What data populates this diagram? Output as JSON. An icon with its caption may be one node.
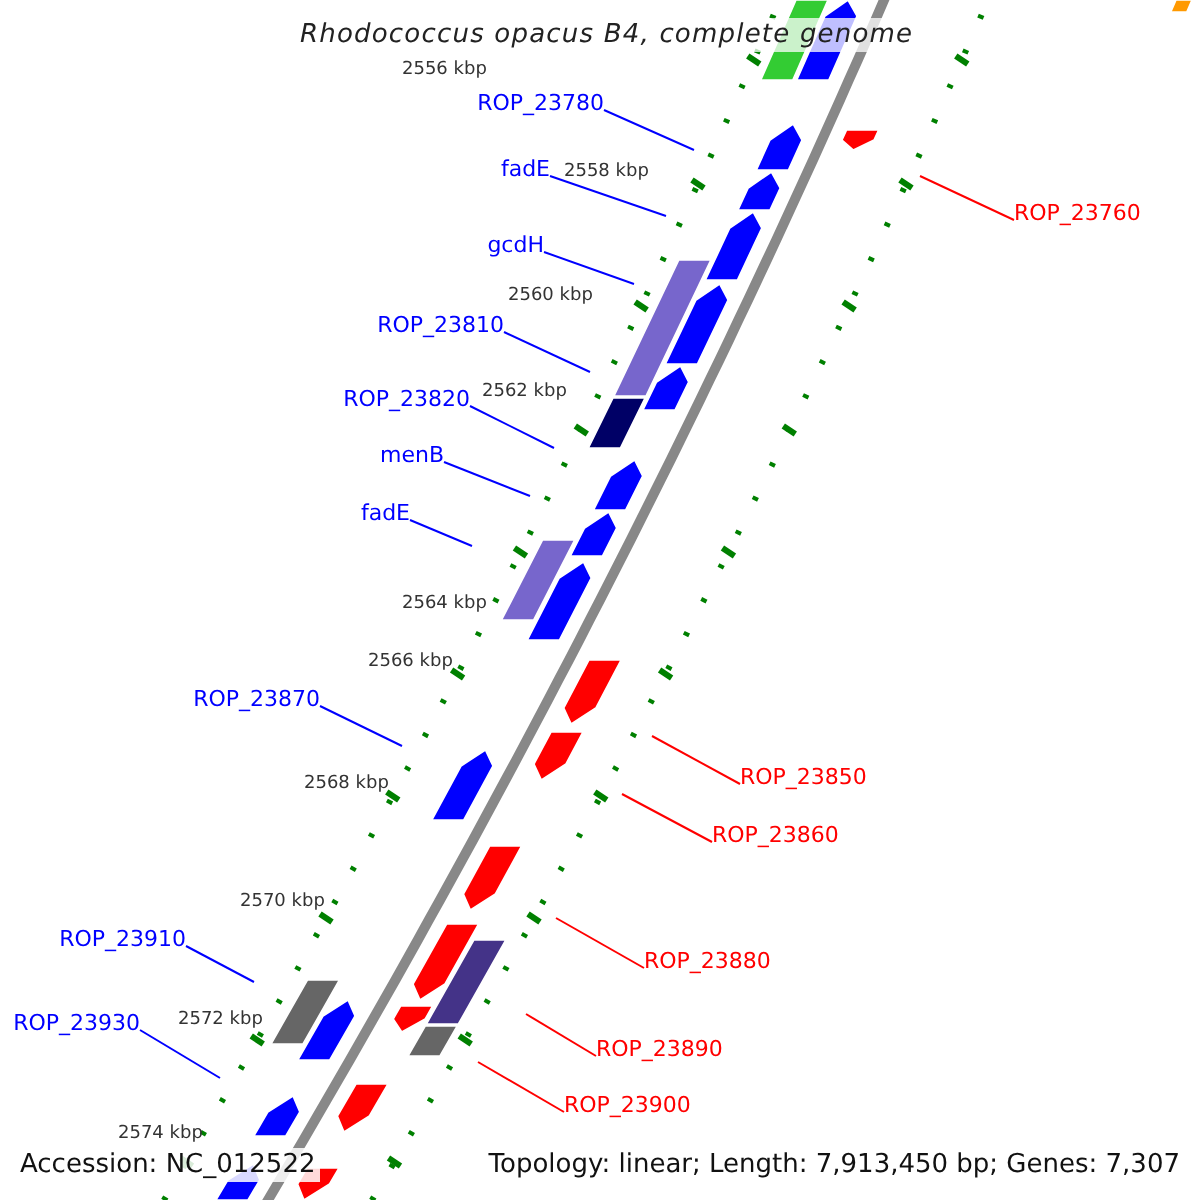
{
  "diagram": {
    "title": "Rhodococcus opacus B4, complete genome",
    "nodes": [
      {
        "text": [
          "ROP_23780"
        ]
      },
      {
        "text": [
          "fadE"
        ]
      },
      {
        "text": [
          "ROP_23760"
        ]
      },
      {
        "text": [
          "gcdH"
        ]
      },
      {
        "text": [
          "ROP_23810"
        ]
      },
      {
        "text": [
          "ROP_23820"
        ]
      },
      {
        "text": [
          "menB"
        ]
      },
      {
        "text": [
          "fadE"
        ]
      },
      {
        "text": [
          "ROP_23870"
        ]
      },
      {
        "text": [
          "ROP_23850"
        ]
      },
      {
        "text": [
          "ROP_23860"
        ]
      },
      {
        "text": [
          "ROP_23910"
        ]
      },
      {
        "text": [
          "ROP_23880"
        ]
      },
      {
        "text": [
          "ROP_23930"
        ]
      },
      {
        "text": [
          "ROP_23890"
        ]
      },
      {
        "text": [
          "ROP_23900"
        ]
      }
    ],
    "edges": [
      {
        "from": 0,
        "to": null,
        "arrow": "none"
      },
      {
        "from": 1,
        "to": null,
        "arrow": "none"
      },
      {
        "from": 2,
        "to": null,
        "arrow": "none",
        "color": "#ff0000"
      },
      {
        "from": 3,
        "to": null,
        "arrow": "none"
      },
      {
        "from": 4,
        "to": null,
        "arrow": "none"
      },
      {
        "from": 5,
        "to": null,
        "arrow": "none"
      },
      {
        "from": 6,
        "to": null,
        "arrow": "none"
      },
      {
        "from": 7,
        "to": null,
        "arrow": "none"
      },
      {
        "from": 8,
        "to": null,
        "arrow": "none"
      },
      {
        "from": 9,
        "to": null,
        "arrow": "none",
        "color": "#ff0000"
      },
      {
        "from": 10,
        "to": null,
        "arrow": "none",
        "color": "#ff0000"
      },
      {
        "from": 11,
        "to": null,
        "arrow": "none"
      },
      {
        "from": 12,
        "to": null,
        "arrow": "none",
        "color": "#ff0000"
      },
      {
        "from": 13,
        "to": null,
        "arrow": "none"
      },
      {
        "from": 14,
        "to": null,
        "arrow": "none",
        "color": "#ff0000"
      },
      {
        "from": 15,
        "to": null,
        "arrow": "none",
        "color": "#ff0000"
      }
    ],
    "labels": [
      "2556 kbp",
      "2558 kbp",
      "2560 kbp",
      "2562 kbp",
      "2564 kbp",
      "2566 kbp",
      "2568 kbp",
      "2570 kbp",
      "2572 kbp",
      "2574 kbp",
      "Accession: NC_012522",
      "Topology: linear; Length: 7,913,450 bp; Genes: 7,307"
    ]
  }
}
